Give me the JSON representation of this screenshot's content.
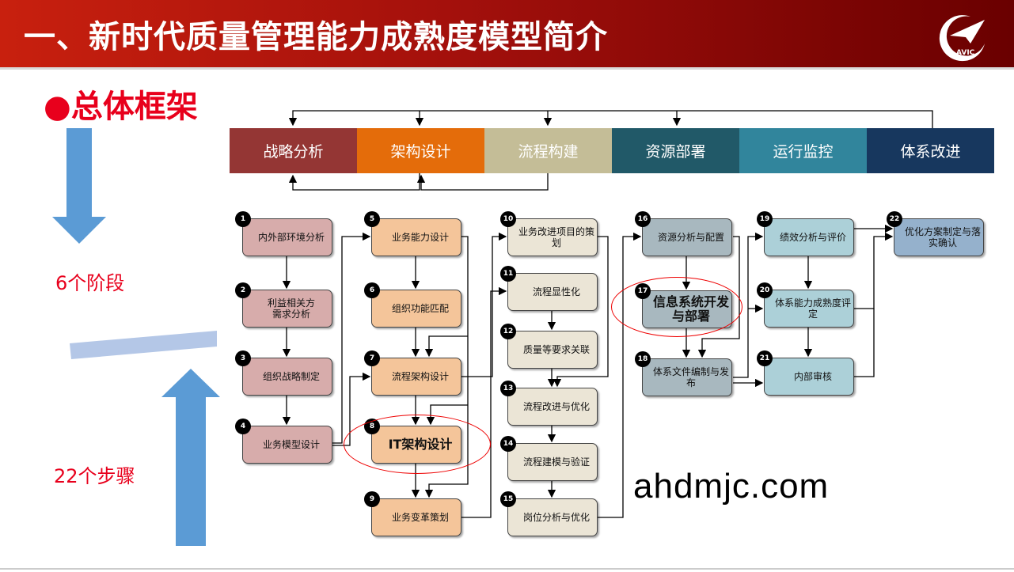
{
  "header": {
    "title": "一、新时代质量管理能力成熟度模型简介",
    "logo_text": "AVIC"
  },
  "section": {
    "bullet": "●总体框架",
    "stages_label": "6个阶段",
    "steps_label": "22个步骤"
  },
  "phases": [
    {
      "label": "战略分析",
      "color": "#943634"
    },
    {
      "label": "架构设计",
      "color": "#e46c0a"
    },
    {
      "label": "流程构建",
      "color": "#c4bd97"
    },
    {
      "label": "资源部署",
      "color": "#215968"
    },
    {
      "label": "运行监控",
      "color": "#31859c"
    },
    {
      "label": "体系改进",
      "color": "#17375e"
    }
  ],
  "steps": [
    {
      "n": "1",
      "label": "内外部环境分析"
    },
    {
      "n": "2",
      "label": "利益相关方\n需求分析"
    },
    {
      "n": "3",
      "label": "组织战略制定"
    },
    {
      "n": "4",
      "label": "业务模型设计"
    },
    {
      "n": "5",
      "label": "业务能力设计"
    },
    {
      "n": "6",
      "label": "组织功能匹配"
    },
    {
      "n": "7",
      "label": "流程架构设计"
    },
    {
      "n": "8",
      "label": "IT架构设计"
    },
    {
      "n": "9",
      "label": "业务变革策划"
    },
    {
      "n": "10",
      "label": "业务改进项目的策划"
    },
    {
      "n": "11",
      "label": "流程显性化"
    },
    {
      "n": "12",
      "label": "质量等要求关联"
    },
    {
      "n": "13",
      "label": "流程改进与优化"
    },
    {
      "n": "14",
      "label": "流程建模与验证"
    },
    {
      "n": "15",
      "label": "岗位分析与优化"
    },
    {
      "n": "16",
      "label": "资源分析与配置"
    },
    {
      "n": "17",
      "label": "信息系统开发与部署"
    },
    {
      "n": "18",
      "label": "体系文件编制与发布"
    },
    {
      "n": "19",
      "label": "绩效分析与评价"
    },
    {
      "n": "20",
      "label": "体系能力成熟度评定"
    },
    {
      "n": "21",
      "label": "内部审核"
    },
    {
      "n": "22",
      "label": "优化方案制定与落实确认"
    }
  ],
  "watermark": "ahdmjc.com"
}
